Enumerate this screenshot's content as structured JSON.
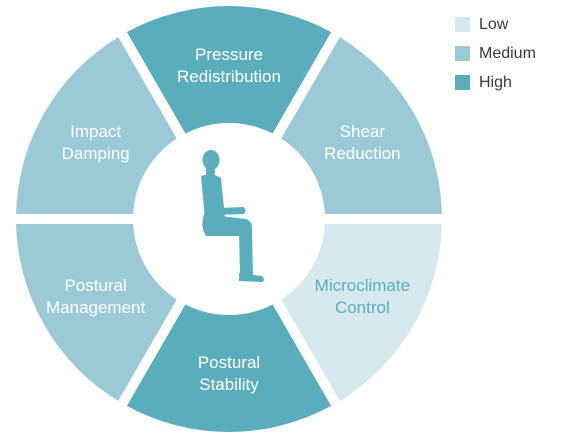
{
  "levels": [
    {
      "key": "low",
      "label": "Low",
      "color": "#d6e9ef"
    },
    {
      "key": "medium",
      "label": "Medium",
      "color": "#9cc9d6"
    },
    {
      "key": "high",
      "label": "High",
      "color": "#5aaebc"
    }
  ],
  "segments": [
    {
      "id": "pressure-redistribution",
      "lines": [
        "Pressure",
        "Redistribution"
      ],
      "level": "high"
    },
    {
      "id": "shear-reduction",
      "lines": [
        "Shear",
        "Reduction"
      ],
      "level": "medium"
    },
    {
      "id": "microclimate-control",
      "lines": [
        "Microclimate",
        "Control"
      ],
      "level": "low"
    },
    {
      "id": "postural-stability",
      "lines": [
        "Postural",
        "Stability"
      ],
      "level": "high"
    },
    {
      "id": "postural-management",
      "lines": [
        "Postural",
        "Management"
      ],
      "level": "medium"
    },
    {
      "id": "impact-damping",
      "lines": [
        "Impact",
        "Damping"
      ],
      "level": "medium"
    }
  ],
  "center_icon": "seated-person-icon"
}
